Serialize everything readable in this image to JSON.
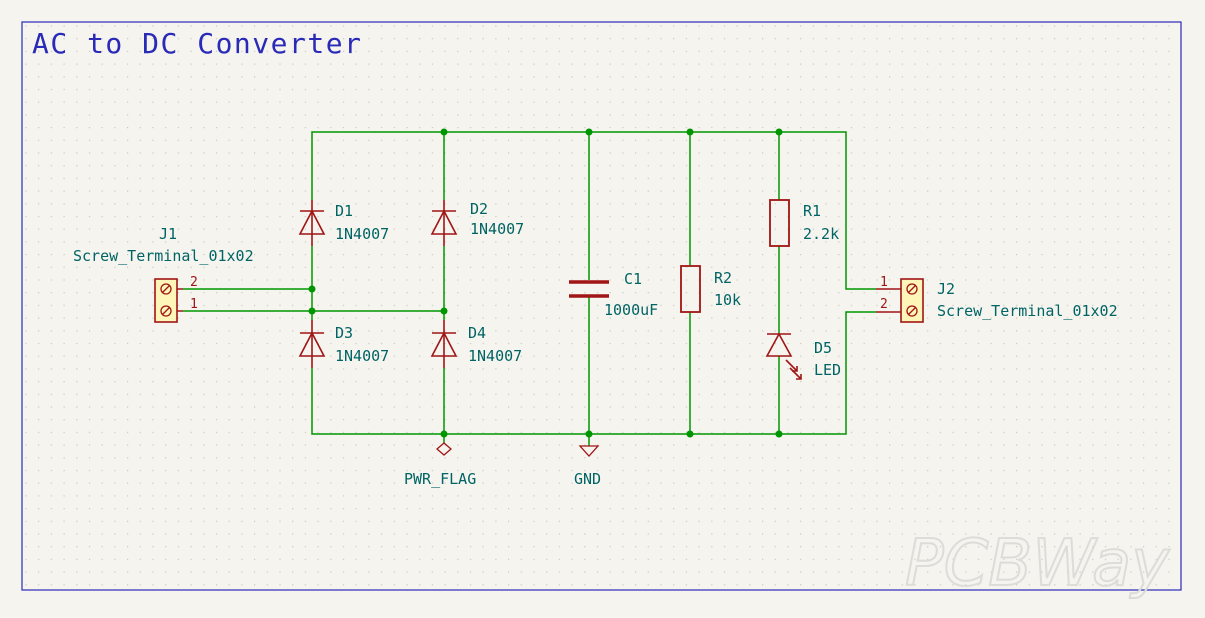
{
  "title": "AC to DC Converter",
  "watermark": "PCBWay",
  "colors": {
    "background": "#f5f4ef",
    "frame": "#2a2ab8",
    "wire": "#009600",
    "component": "#a01515",
    "label": "#006464",
    "grid": "#c8c8c0"
  },
  "components": {
    "J1": {
      "ref": "J1",
      "value": "Screw_Terminal_01x02",
      "pin_top": "2",
      "pin_bottom": "1"
    },
    "J2": {
      "ref": "J2",
      "value": "Screw_Terminal_01x02",
      "pin_top": "1",
      "pin_bottom": "2"
    },
    "D1": {
      "ref": "D1",
      "value": "1N4007"
    },
    "D2": {
      "ref": "D2",
      "value": "1N4007"
    },
    "D3": {
      "ref": "D3",
      "value": "1N4007"
    },
    "D4": {
      "ref": "D4",
      "value": "1N4007"
    },
    "C1": {
      "ref": "C1",
      "value": "1000uF"
    },
    "R1": {
      "ref": "R1",
      "value": "2.2k"
    },
    "R2": {
      "ref": "R2",
      "value": "10k"
    },
    "D5": {
      "ref": "D5",
      "value": "LED"
    }
  },
  "symbols": {
    "pwr_flag": "PWR_FLAG",
    "gnd": "GND"
  }
}
